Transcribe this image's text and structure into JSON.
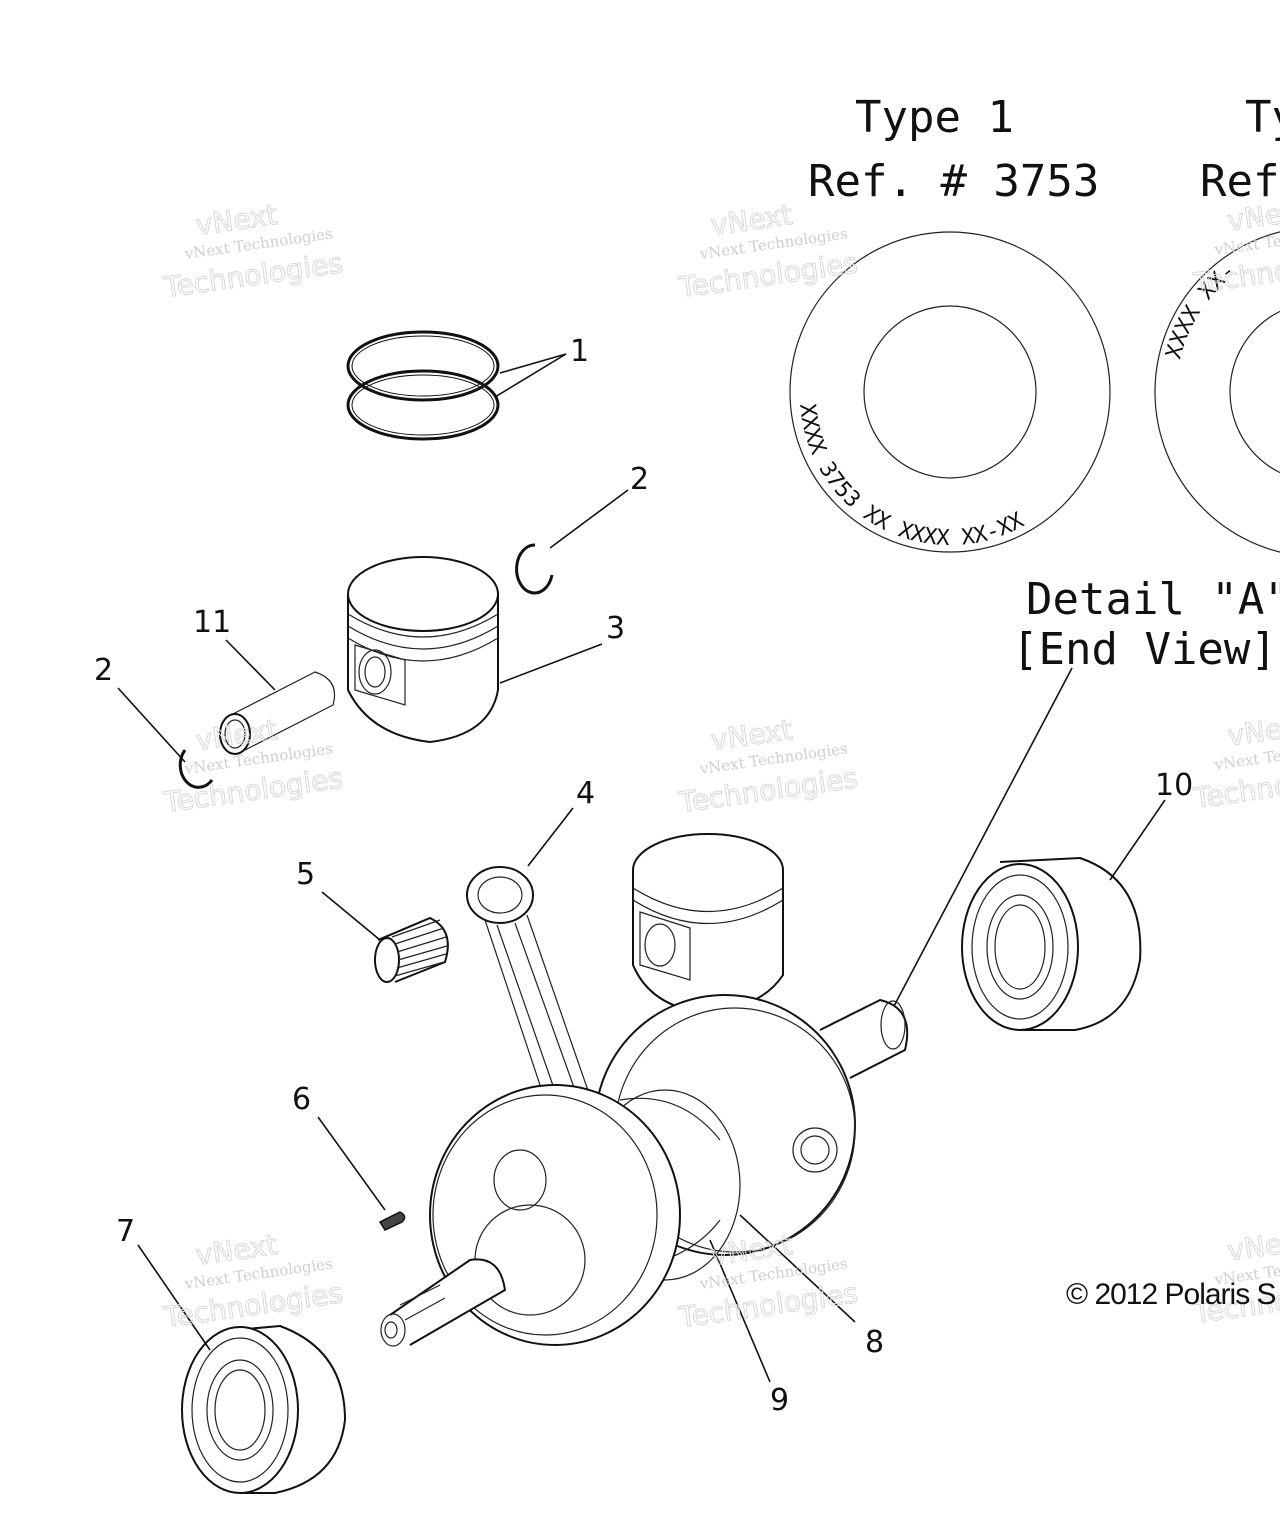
{
  "detail": {
    "type1": "Type 1",
    "ref1": "Ref. # 3753",
    "type2_partial": "Ty",
    "ref2_partial": "Ref",
    "stamp_text": "XXXX 3753 XX XXXX XX-XX",
    "stamp2_text": "XXXX XX-",
    "detail_title": "Detail \"A\"",
    "detail_sub": "[End View]"
  },
  "callouts": [
    "1",
    "2",
    "3",
    "11",
    "2",
    "4",
    "5",
    "6",
    "7",
    "8",
    "9",
    "10"
  ],
  "watermark": {
    "line1": "vNext",
    "line2": "vNext Technologies",
    "line3": "Technologies"
  },
  "copyright": "© 2012 Polaris S"
}
